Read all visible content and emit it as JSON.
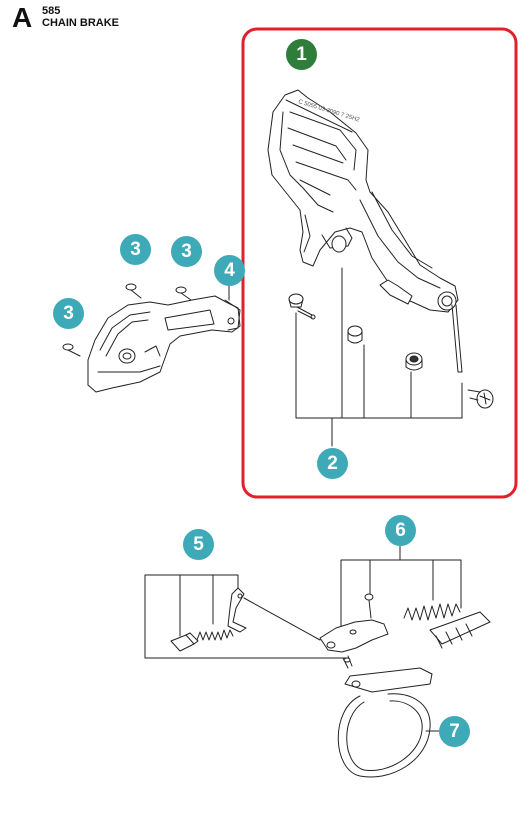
{
  "header": {
    "section_letter": "A",
    "model": "585",
    "title": "CHAIN BRAKE"
  },
  "colors": {
    "callout_teal": "#3eaab8",
    "callout_green": "#2e7d3a",
    "highlight_red": "#e0202a",
    "line": "#222222"
  },
  "callouts": [
    {
      "id": "1",
      "label": "1",
      "style": "green"
    },
    {
      "id": "2",
      "label": "2",
      "style": "teal"
    },
    {
      "id": "3a",
      "label": "3",
      "style": "teal"
    },
    {
      "id": "3b",
      "label": "3",
      "style": "teal"
    },
    {
      "id": "3c",
      "label": "3",
      "style": "teal"
    },
    {
      "id": "4",
      "label": "4",
      "style": "teal"
    },
    {
      "id": "5",
      "label": "5",
      "style": "teal"
    },
    {
      "id": "6",
      "label": "6",
      "style": "teal"
    },
    {
      "id": "7",
      "label": "7",
      "style": "teal"
    }
  ]
}
